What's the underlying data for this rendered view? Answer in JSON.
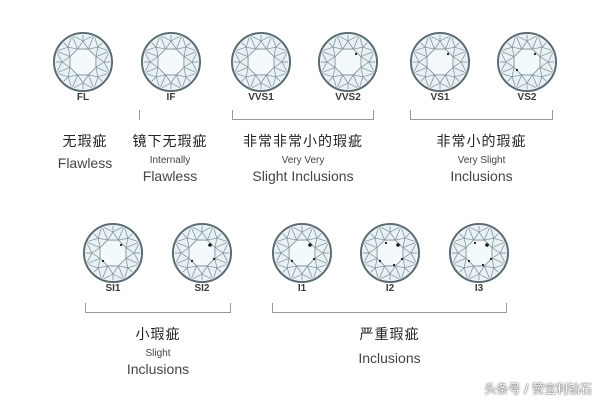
{
  "colors": {
    "diamond_fill": "#e8f1f4",
    "diamond_edge": "#5a6a72",
    "facet_line": "#7a8a92",
    "inclusion": "#1a1a1a",
    "bracket": "#9a9a9a"
  },
  "grades": [
    {
      "label": "FL",
      "inclusions": 0
    },
    {
      "label": "IF",
      "inclusions": 0
    },
    {
      "label": "VVS1",
      "inclusions": 0
    },
    {
      "label": "VVS2",
      "inclusions": 1
    },
    {
      "label": "VS1",
      "inclusions": 1
    },
    {
      "label": "VS2",
      "inclusions": 2
    },
    {
      "label": "SI1",
      "inclusions": 2
    },
    {
      "label": "SI2",
      "inclusions": 3
    },
    {
      "label": "I1",
      "inclusions": 3
    },
    {
      "label": "I2",
      "inclusions": 5
    },
    {
      "label": "I3",
      "inclusions": 5
    }
  ],
  "groups": {
    "fl": {
      "cn": "无瑕疵",
      "en1": "",
      "en2": "Flawless"
    },
    "if": {
      "cn": "镜下无瑕疵",
      "en1": "Internally",
      "en2": "Flawless"
    },
    "vvs": {
      "cn": "非常非常小的瑕疵",
      "en1": "Very Very",
      "en2": "Slight Inclusions"
    },
    "vs": {
      "cn": "非常小的瑕疵",
      "en1": "Very Slight",
      "en2": "Inclusions"
    },
    "si": {
      "cn": "小瑕疵",
      "en1": "Slight",
      "en2": "Inclusions"
    },
    "i": {
      "cn": "严重瑕疵",
      "en1": "",
      "en2": "Inclusions"
    }
  },
  "watermark": "头条号 / 赞宝利钻石"
}
